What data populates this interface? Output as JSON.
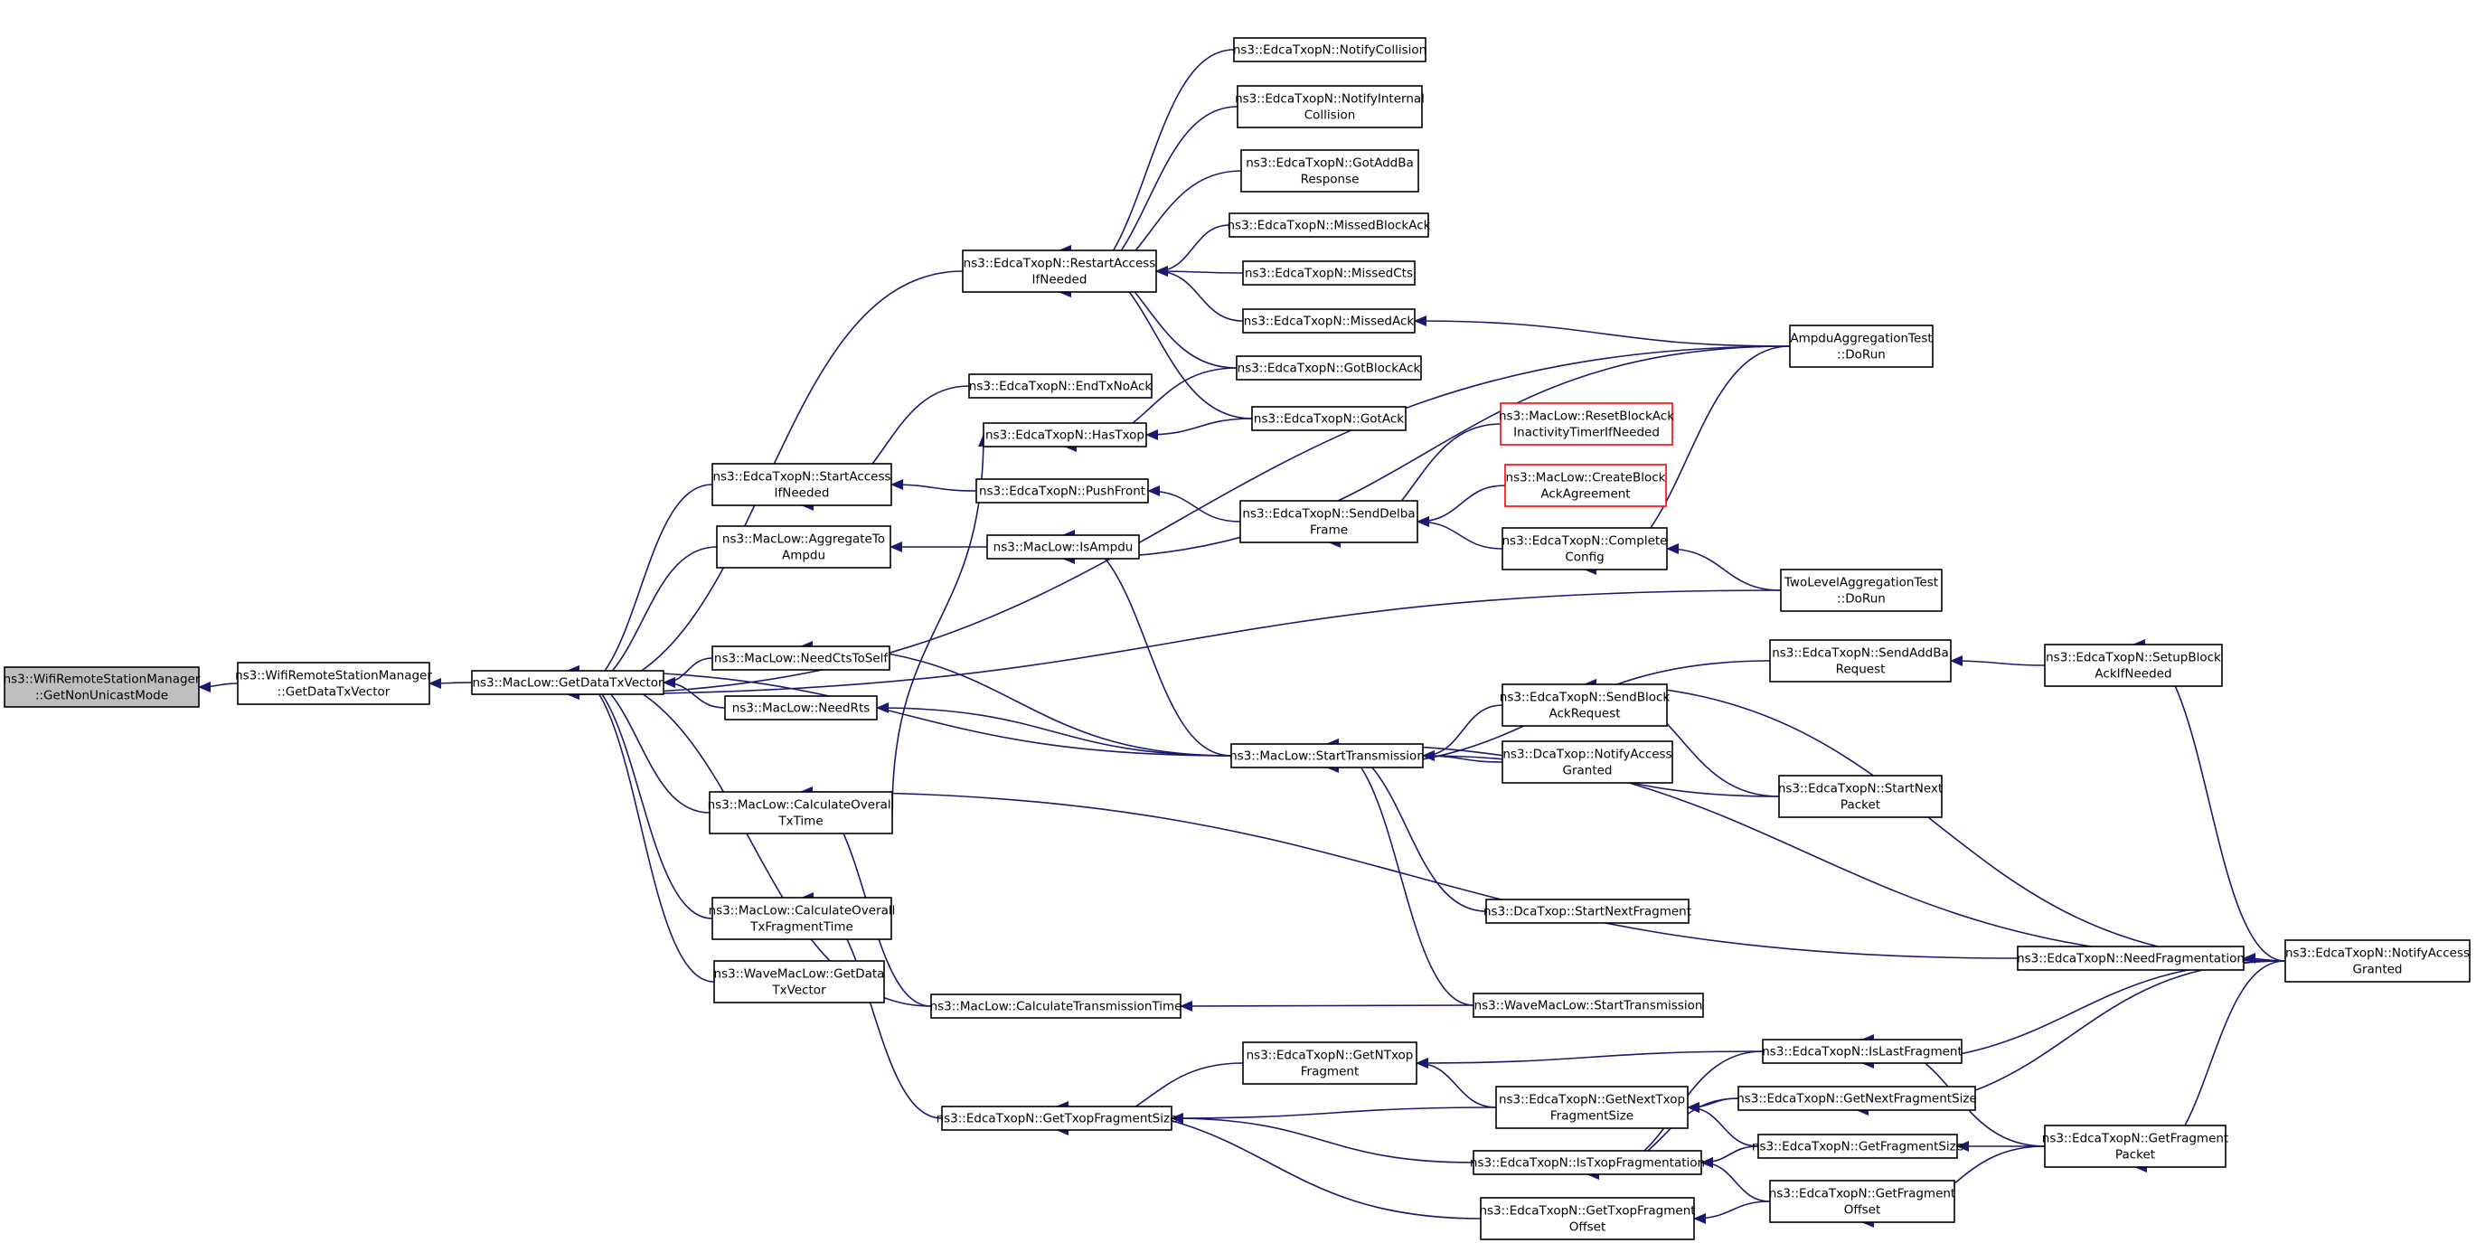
{
  "diagram": {
    "colors": {
      "edge": "#191970",
      "node_border": "#000000",
      "highlight_border": "#ff0000",
      "root_fill": "#bfbfbf"
    },
    "nodes": [
      {
        "id": "root",
        "lines": [
          "ns3::WifiRemoteStationManager",
          "::GetNonUnicastMode"
        ]
      },
      {
        "id": "wrsm_getdatatx",
        "lines": [
          "ns3::WifiRemoteStationManager",
          "::GetDataTxVector"
        ]
      },
      {
        "id": "maclow_getdatatx",
        "lines": [
          "ns3::MacLow::GetDataTxVector"
        ]
      },
      {
        "id": "notifycollision",
        "lines": [
          "ns3::EdcaTxopN::NotifyCollision"
        ]
      },
      {
        "id": "notifyinternal",
        "lines": [
          "ns3::EdcaTxopN::NotifyInternal",
          "Collision"
        ]
      },
      {
        "id": "gotaddba",
        "lines": [
          "ns3::EdcaTxopN::GotAddBa",
          "Response"
        ]
      },
      {
        "id": "missedblockack",
        "lines": [
          "ns3::EdcaTxopN::MissedBlockAck"
        ]
      },
      {
        "id": "restartaccess",
        "lines": [
          "ns3::EdcaTxopN::RestartAccess",
          "IfNeeded"
        ]
      },
      {
        "id": "missedcts",
        "lines": [
          "ns3::EdcaTxopN::MissedCts"
        ]
      },
      {
        "id": "missedack",
        "lines": [
          "ns3::EdcaTxopN::MissedAck"
        ]
      },
      {
        "id": "ampdutest",
        "lines": [
          "AmpduAggregationTest",
          "::DoRun"
        ]
      },
      {
        "id": "gotblockack",
        "lines": [
          "ns3::EdcaTxopN::GotBlockAck"
        ]
      },
      {
        "id": "endtxnoack",
        "lines": [
          "ns3::EdcaTxopN::EndTxNoAck"
        ]
      },
      {
        "id": "hastxop",
        "lines": [
          "ns3::EdcaTxopN::HasTxop"
        ]
      },
      {
        "id": "gotack",
        "lines": [
          "ns3::EdcaTxopN::GotAck"
        ]
      },
      {
        "id": "resetblockack",
        "lines": [
          "ns3::MacLow::ResetBlockAck",
          "InactivityTimerIfNeeded"
        ],
        "red": true
      },
      {
        "id": "startaccess",
        "lines": [
          "ns3::EdcaTxopN::StartAccess",
          "IfNeeded"
        ]
      },
      {
        "id": "pushfront",
        "lines": [
          "ns3::EdcaTxopN::PushFront"
        ]
      },
      {
        "id": "createblockack",
        "lines": [
          "ns3::MacLow::CreateBlock",
          "AckAgreement"
        ],
        "red": true
      },
      {
        "id": "senddelba",
        "lines": [
          "ns3::EdcaTxopN::SendDelba",
          "Frame"
        ]
      },
      {
        "id": "aggregatetoampdu",
        "lines": [
          "ns3::MacLow::AggregateTo",
          "Ampdu"
        ]
      },
      {
        "id": "isampdu",
        "lines": [
          "ns3::MacLow::IsAmpdu"
        ]
      },
      {
        "id": "completeconfig",
        "lines": [
          "ns3::EdcaTxopN::Complete",
          "Config"
        ]
      },
      {
        "id": "twoleveltest",
        "lines": [
          "TwoLevelAggregationTest",
          "::DoRun"
        ]
      },
      {
        "id": "needctstoself",
        "lines": [
          "ns3::MacLow::NeedCtsToSelf"
        ]
      },
      {
        "id": "sendaddba",
        "lines": [
          "ns3::EdcaTxopN::SendAddBa",
          "Request"
        ]
      },
      {
        "id": "setupblockack",
        "lines": [
          "ns3::EdcaTxopN::SetupBlock",
          "AckIfNeeded"
        ]
      },
      {
        "id": "needrts",
        "lines": [
          "ns3::MacLow::NeedRts"
        ]
      },
      {
        "id": "sendblockackreq",
        "lines": [
          "ns3::EdcaTxopN::SendBlock",
          "AckRequest"
        ]
      },
      {
        "id": "starttransmission",
        "lines": [
          "ns3::MacLow::StartTransmission"
        ]
      },
      {
        "id": "dcanotifyaccess",
        "lines": [
          "ns3::DcaTxop::NotifyAccess",
          "Granted"
        ]
      },
      {
        "id": "calcoveralltx",
        "lines": [
          "ns3::MacLow::CalculateOverall",
          "TxTime"
        ]
      },
      {
        "id": "startnextpacket",
        "lines": [
          "ns3::EdcaTxopN::StartNext",
          "Packet"
        ]
      },
      {
        "id": "dcastartnextfrag",
        "lines": [
          "ns3::DcaTxop::StartNextFragment"
        ]
      },
      {
        "id": "calcoverallfrag",
        "lines": [
          "ns3::MacLow::CalculateOverall",
          "TxFragmentTime"
        ]
      },
      {
        "id": "needfragmentation",
        "lines": [
          "ns3::EdcaTxopN::NeedFragmentation"
        ]
      },
      {
        "id": "edcanotifyaccess",
        "lines": [
          "ns3::EdcaTxopN::NotifyAccess",
          "Granted"
        ]
      },
      {
        "id": "wavegetdata",
        "lines": [
          "ns3::WaveMacLow::GetData",
          "TxVector"
        ]
      },
      {
        "id": "calctranstime",
        "lines": [
          "ns3::MacLow::CalculateTransmissionTime"
        ]
      },
      {
        "id": "wavestarttrans",
        "lines": [
          "ns3::WaveMacLow::StartTransmission"
        ]
      },
      {
        "id": "getntxopfrag",
        "lines": [
          "ns3::EdcaTxopN::GetNTxop",
          "Fragment"
        ]
      },
      {
        "id": "islastfragment",
        "lines": [
          "ns3::EdcaTxopN::IsLastFragment"
        ]
      },
      {
        "id": "getnexttxopfrag",
        "lines": [
          "ns3::EdcaTxopN::GetNextTxop",
          "FragmentSize"
        ]
      },
      {
        "id": "getnextfragsize",
        "lines": [
          "ns3::EdcaTxopN::GetNextFragmentSize"
        ]
      },
      {
        "id": "gettxopfragsize",
        "lines": [
          "ns3::EdcaTxopN::GetTxopFragmentSize"
        ]
      },
      {
        "id": "getfragsize",
        "lines": [
          "ns3::EdcaTxopN::GetFragmentSize"
        ]
      },
      {
        "id": "getfragpacket",
        "lines": [
          "ns3::EdcaTxopN::GetFragment",
          "Packet"
        ]
      },
      {
        "id": "istxopfrag",
        "lines": [
          "ns3::EdcaTxopN::IsTxopFragmentation"
        ]
      },
      {
        "id": "getfragoffset",
        "lines": [
          "ns3::EdcaTxopN::GetFragment",
          "Offset"
        ]
      },
      {
        "id": "gettxopfragoffset",
        "lines": [
          "ns3::EdcaTxopN::GetTxopFragment",
          "Offset"
        ]
      }
    ],
    "edges": [
      [
        "wrsm_getdatatx",
        "root"
      ],
      [
        "maclow_getdatatx",
        "wrsm_getdatatx"
      ],
      [
        "restartaccess",
        "maclow_getdatatx"
      ],
      [
        "startaccess",
        "maclow_getdatatx"
      ],
      [
        "aggregatetoampdu",
        "maclow_getdatatx"
      ],
      [
        "needctstoself",
        "maclow_getdatatx"
      ],
      [
        "needrts",
        "maclow_getdatatx"
      ],
      [
        "starttransmission",
        "maclow_getdatatx"
      ],
      [
        "calcoveralltx",
        "maclow_getdatatx"
      ],
      [
        "calcoverallfrag",
        "maclow_getdatatx"
      ],
      [
        "wavegetdata",
        "maclow_getdatatx"
      ],
      [
        "calctranstime",
        "maclow_getdatatx"
      ],
      [
        "twoleveltest",
        "maclow_getdatatx"
      ],
      [
        "ampdutest",
        "maclow_getdatatx"
      ],
      [
        "notifycollision",
        "restartaccess"
      ],
      [
        "notifyinternal",
        "restartaccess"
      ],
      [
        "gotaddba",
        "restartaccess"
      ],
      [
        "missedblockack",
        "restartaccess"
      ],
      [
        "missedcts",
        "restartaccess"
      ],
      [
        "missedack",
        "restartaccess"
      ],
      [
        "gotblockack",
        "restartaccess"
      ],
      [
        "gotack",
        "restartaccess"
      ],
      [
        "ampdutest",
        "missedack"
      ],
      [
        "endtxnoack",
        "startaccess"
      ],
      [
        "pushfront",
        "startaccess"
      ],
      [
        "gotblockack",
        "hastxop"
      ],
      [
        "gotack",
        "hastxop"
      ],
      [
        "calcoveralltx",
        "hastxop"
      ],
      [
        "senddelba",
        "pushfront"
      ],
      [
        "resetblockack",
        "senddelba"
      ],
      [
        "createblockack",
        "senddelba"
      ],
      [
        "completeconfig",
        "senddelba"
      ],
      [
        "ampdutest",
        "completeconfig"
      ],
      [
        "twoleveltest",
        "completeconfig"
      ],
      [
        "isampdu",
        "aggregatetoampdu"
      ],
      [
        "ampdutest",
        "isampdu"
      ],
      [
        "starttransmission",
        "isampdu"
      ],
      [
        "starttransmission",
        "needctstoself"
      ],
      [
        "starttransmission",
        "needrts"
      ],
      [
        "sendaddba",
        "starttransmission"
      ],
      [
        "sendblockackreq",
        "starttransmission"
      ],
      [
        "dcanotifyaccess",
        "starttransmission"
      ],
      [
        "startnextpacket",
        "starttransmission"
      ],
      [
        "dcastartnextfrag",
        "starttransmission"
      ],
      [
        "wavestarttrans",
        "starttransmission"
      ],
      [
        "edcanotifyaccess",
        "starttransmission"
      ],
      [
        "setupblockack",
        "sendaddba"
      ],
      [
        "edcanotifyaccess",
        "setupblockack"
      ],
      [
        "startnextpacket",
        "sendblockackreq"
      ],
      [
        "edcanotifyaccess",
        "sendblockackreq"
      ],
      [
        "needfragmentation",
        "calcoveralltx"
      ],
      [
        "calctranstime",
        "calcoveralltx"
      ],
      [
        "edcanotifyaccess",
        "needfragmentation"
      ],
      [
        "gettxopfragsize",
        "calcoverallfrag"
      ],
      [
        "wavestarttrans",
        "calctranstime"
      ],
      [
        "getntxopfrag",
        "gettxopfragsize"
      ],
      [
        "getnexttxopfrag",
        "gettxopfragsize"
      ],
      [
        "istxopfrag",
        "gettxopfragsize"
      ],
      [
        "gettxopfragoffset",
        "gettxopfragsize"
      ],
      [
        "islastfragment",
        "getntxopfrag"
      ],
      [
        "getnexttxopfrag",
        "getntxopfrag"
      ],
      [
        "getnextfragsize",
        "getnexttxopfrag"
      ],
      [
        "getfragsize",
        "getnexttxopfrag"
      ],
      [
        "islastfragment",
        "istxopfrag"
      ],
      [
        "getnextfragsize",
        "istxopfrag"
      ],
      [
        "getfragsize",
        "istxopfrag"
      ],
      [
        "getfragoffset",
        "istxopfrag"
      ],
      [
        "getfragoffset",
        "gettxopfragoffset"
      ],
      [
        "edcanotifyaccess",
        "islastfragment"
      ],
      [
        "getfragpacket",
        "islastfragment"
      ],
      [
        "edcanotifyaccess",
        "getnextfragsize"
      ],
      [
        "getfragpacket",
        "getfragsize"
      ],
      [
        "getfragpacket",
        "getfragoffset"
      ],
      [
        "edcanotifyaccess",
        "getfragpacket"
      ]
    ]
  }
}
